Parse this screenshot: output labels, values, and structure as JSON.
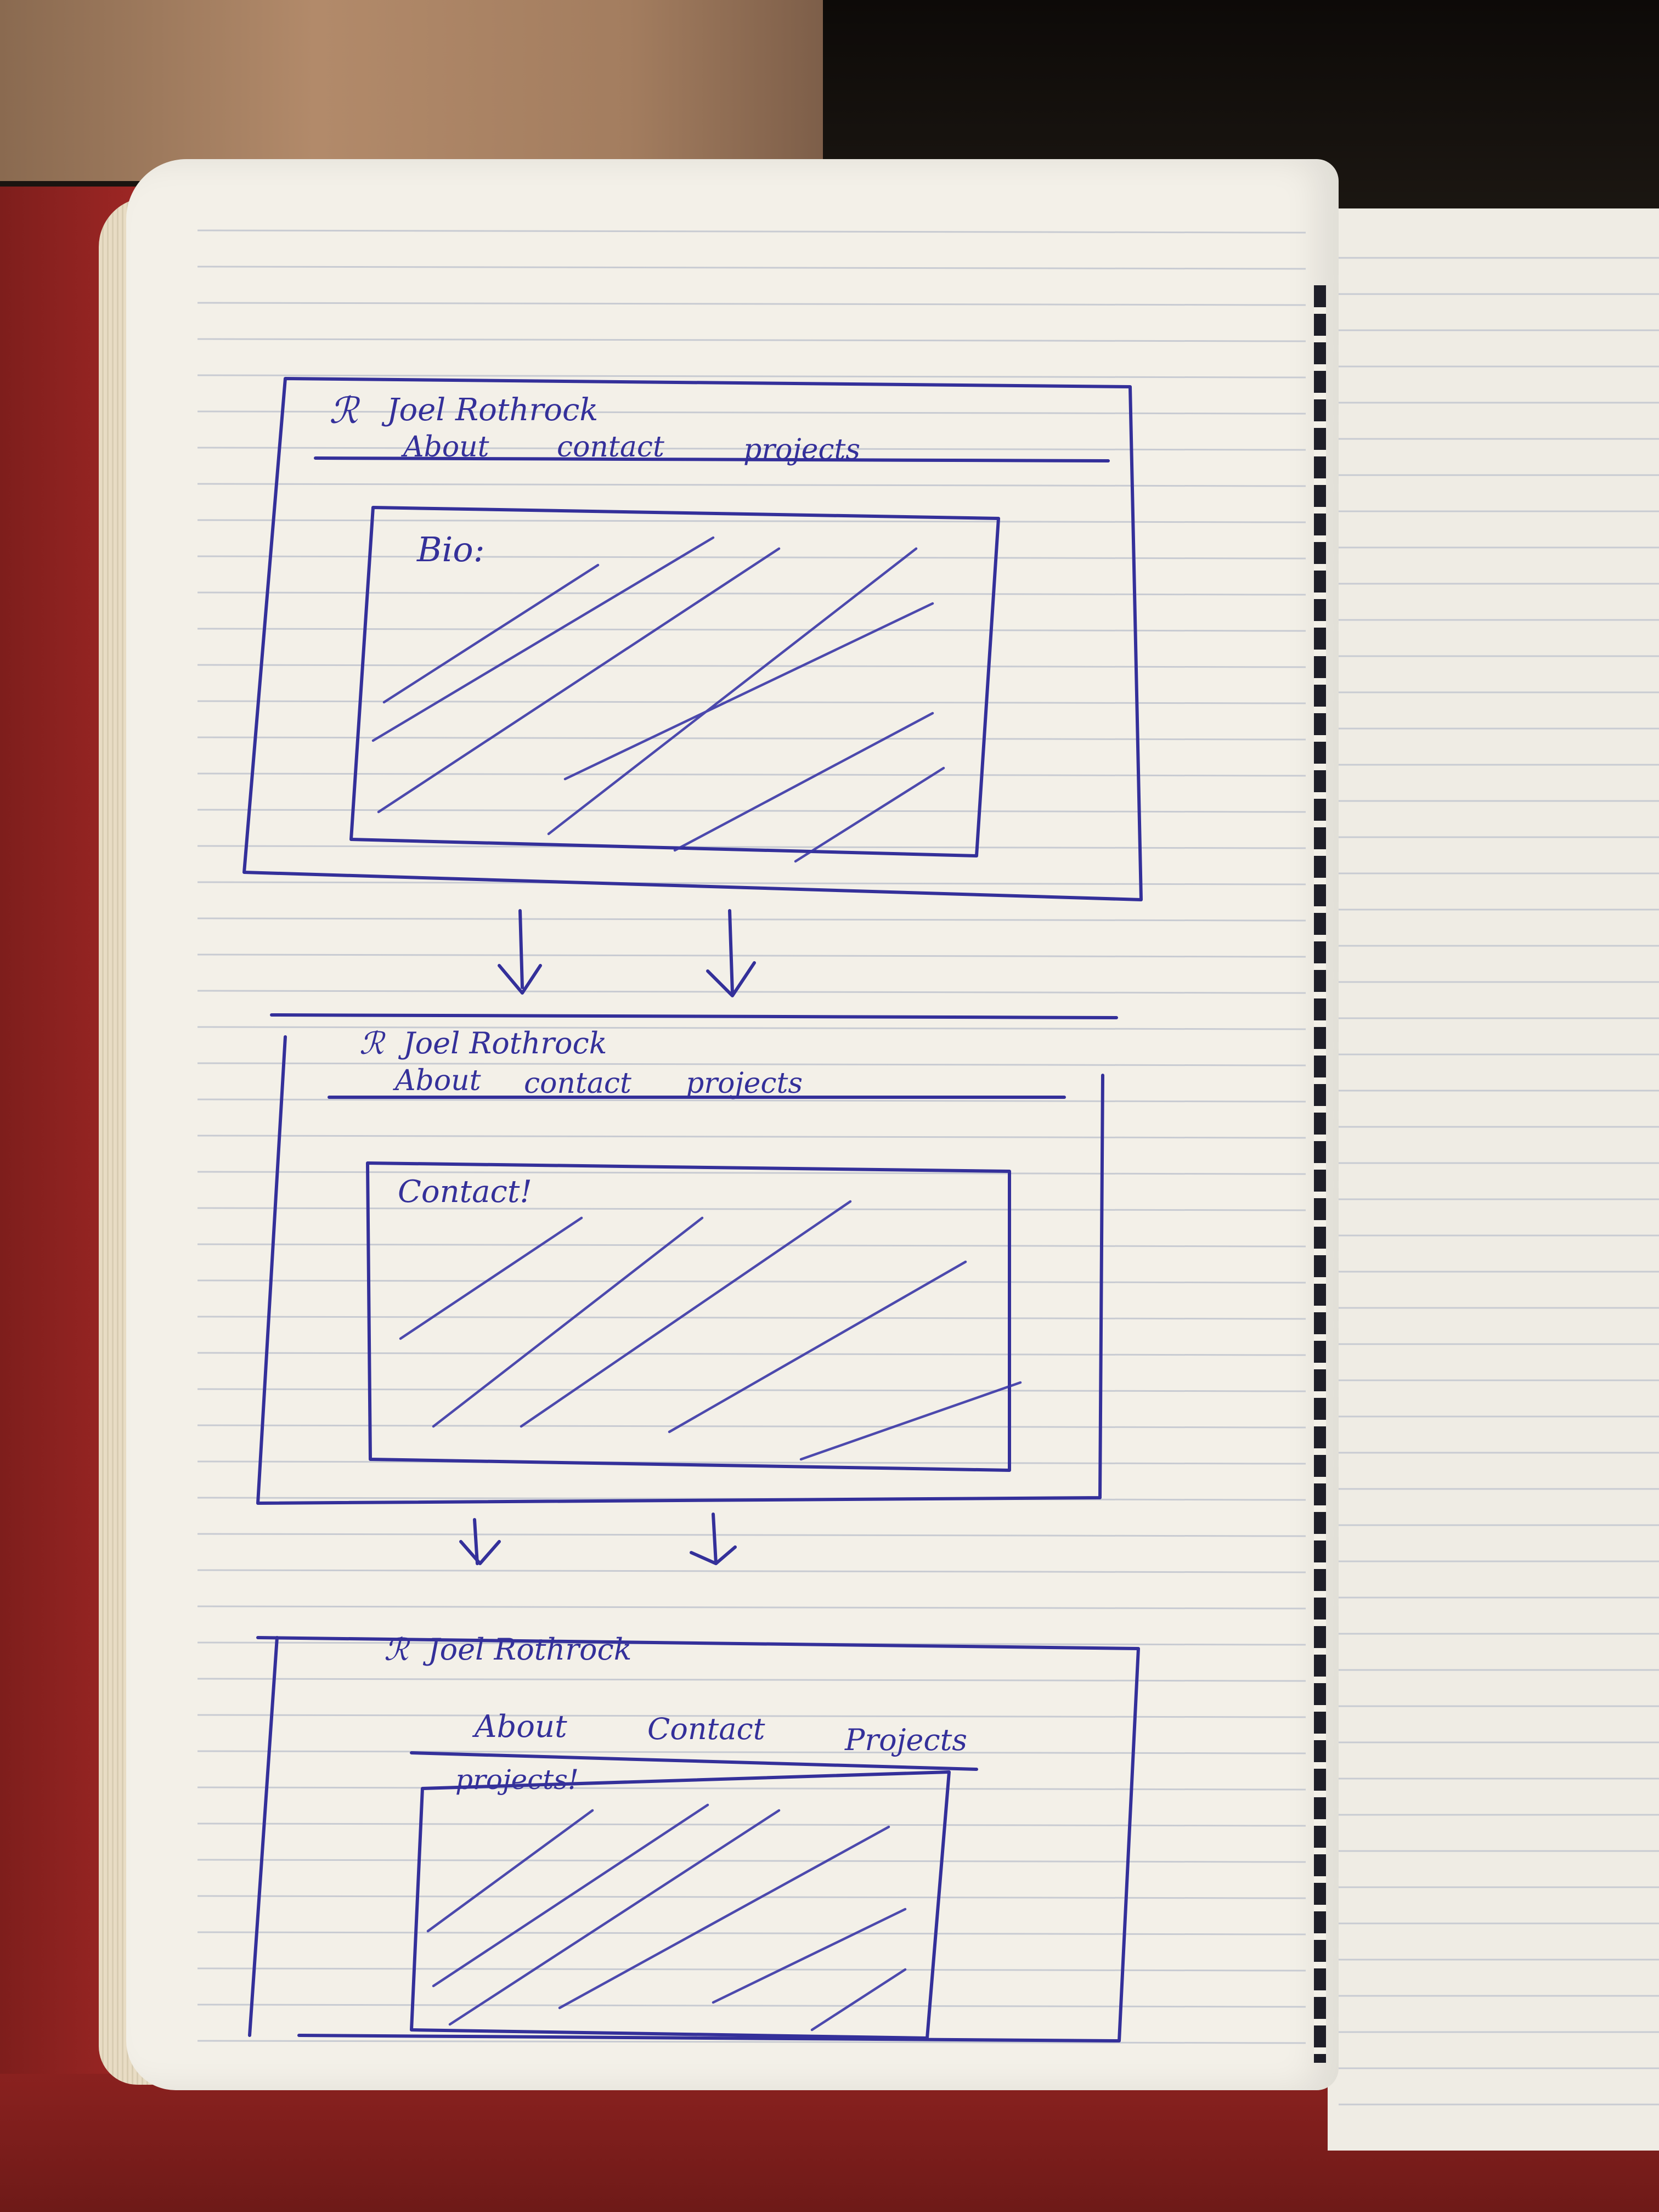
{
  "wireframes": [
    {
      "name": "Joel Rothrock",
      "nav": [
        "About",
        "contact",
        "projects"
      ],
      "panel_label": "Bio:"
    },
    {
      "name": "Joel Rothrock",
      "nav": [
        "About",
        "contact",
        "projects"
      ],
      "panel_label": "Contact!"
    },
    {
      "name": "Joel Rothrock",
      "nav": [
        "About",
        "Contact",
        "Projects"
      ],
      "panel_label": "projects!"
    }
  ],
  "colors": {
    "ink": "#34309a",
    "paper": "#f3f0e8",
    "cover": "#9c2624"
  }
}
